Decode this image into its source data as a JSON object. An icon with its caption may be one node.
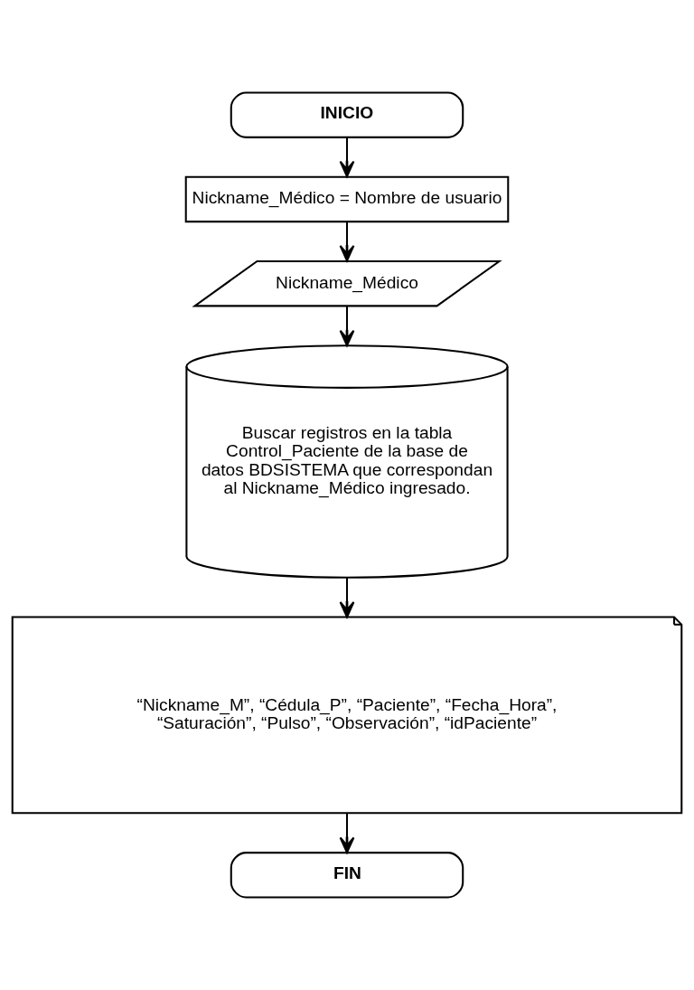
{
  "diagram": {
    "nodes": [
      {
        "text": [
          "INICIO"
        ]
      },
      {
        "text": [
          "Nickname_Médico = Nombre de usuario"
        ]
      },
      {
        "text": [
          "Nickname_Médico"
        ]
      },
      {
        "text": [
          "Buscar registros en la tabla Control_Paciente de la base de datos BDSISTEMA que correspondan al Nickname_Médico ingresado."
        ]
      },
      {
        "text": [
          "“Nickname_M”, “Cédula_P”, “Paciente”, “Fecha_Hora”, “Saturación”, “Pulso”, “Observación”, “idPaciente”"
        ]
      },
      {
        "text": [
          "FIN"
        ]
      }
    ],
    "edges": [
      {
        "from": 0,
        "to": 1,
        "arrow": "to"
      },
      {
        "from": 1,
        "to": 2,
        "arrow": "to"
      },
      {
        "from": 2,
        "to": 3,
        "arrow": "to"
      },
      {
        "from": 3,
        "to": 4,
        "arrow": "to"
      },
      {
        "from": 4,
        "to": 5,
        "arrow": "to"
      }
    ]
  }
}
